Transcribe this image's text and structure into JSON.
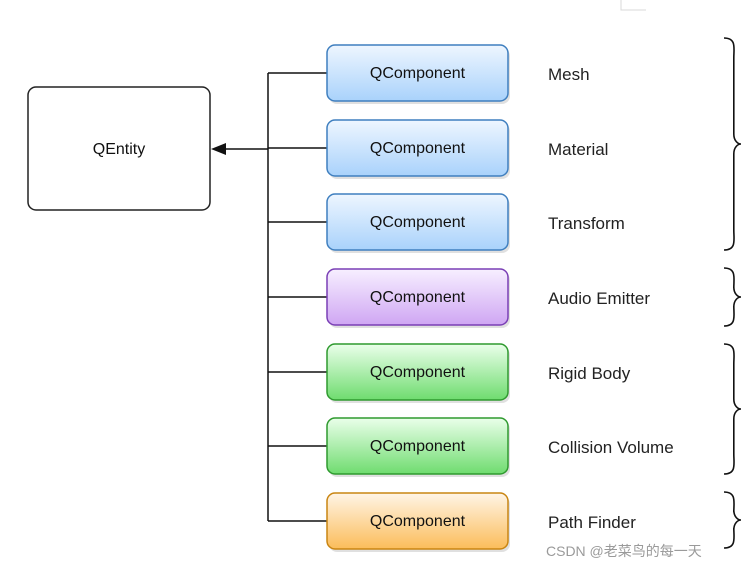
{
  "entity": {
    "label": "QEntity"
  },
  "component_label": "QComponent",
  "components": [
    {
      "label": "QComponent",
      "description": "Mesh",
      "color": "blue"
    },
    {
      "label": "QComponent",
      "description": "Material",
      "color": "blue"
    },
    {
      "label": "QComponent",
      "description": "Transform",
      "color": "blue"
    },
    {
      "label": "QComponent",
      "description": "Audio Emitter",
      "color": "purple"
    },
    {
      "label": "QComponent",
      "description": "Rigid Body",
      "color": "green"
    },
    {
      "label": "QComponent",
      "description": "Collision Volume",
      "color": "green"
    },
    {
      "label": "QComponent",
      "description": "Path Finder",
      "color": "orange"
    }
  ],
  "colors": {
    "blue": {
      "top": "#eef6ff",
      "bottom": "#a9d2fb",
      "stroke": "#3f7fbf"
    },
    "purple": {
      "top": "#f7efff",
      "bottom": "#cfa6f3",
      "stroke": "#7a3fb5"
    },
    "green": {
      "top": "#eaffea",
      "bottom": "#6fdc6f",
      "stroke": "#2f9a2f"
    },
    "orange": {
      "top": "#fff5e6",
      "bottom": "#fbbd5a",
      "stroke": "#c98512"
    }
  },
  "watermark": "CSDN @老菜鸟的每一天"
}
